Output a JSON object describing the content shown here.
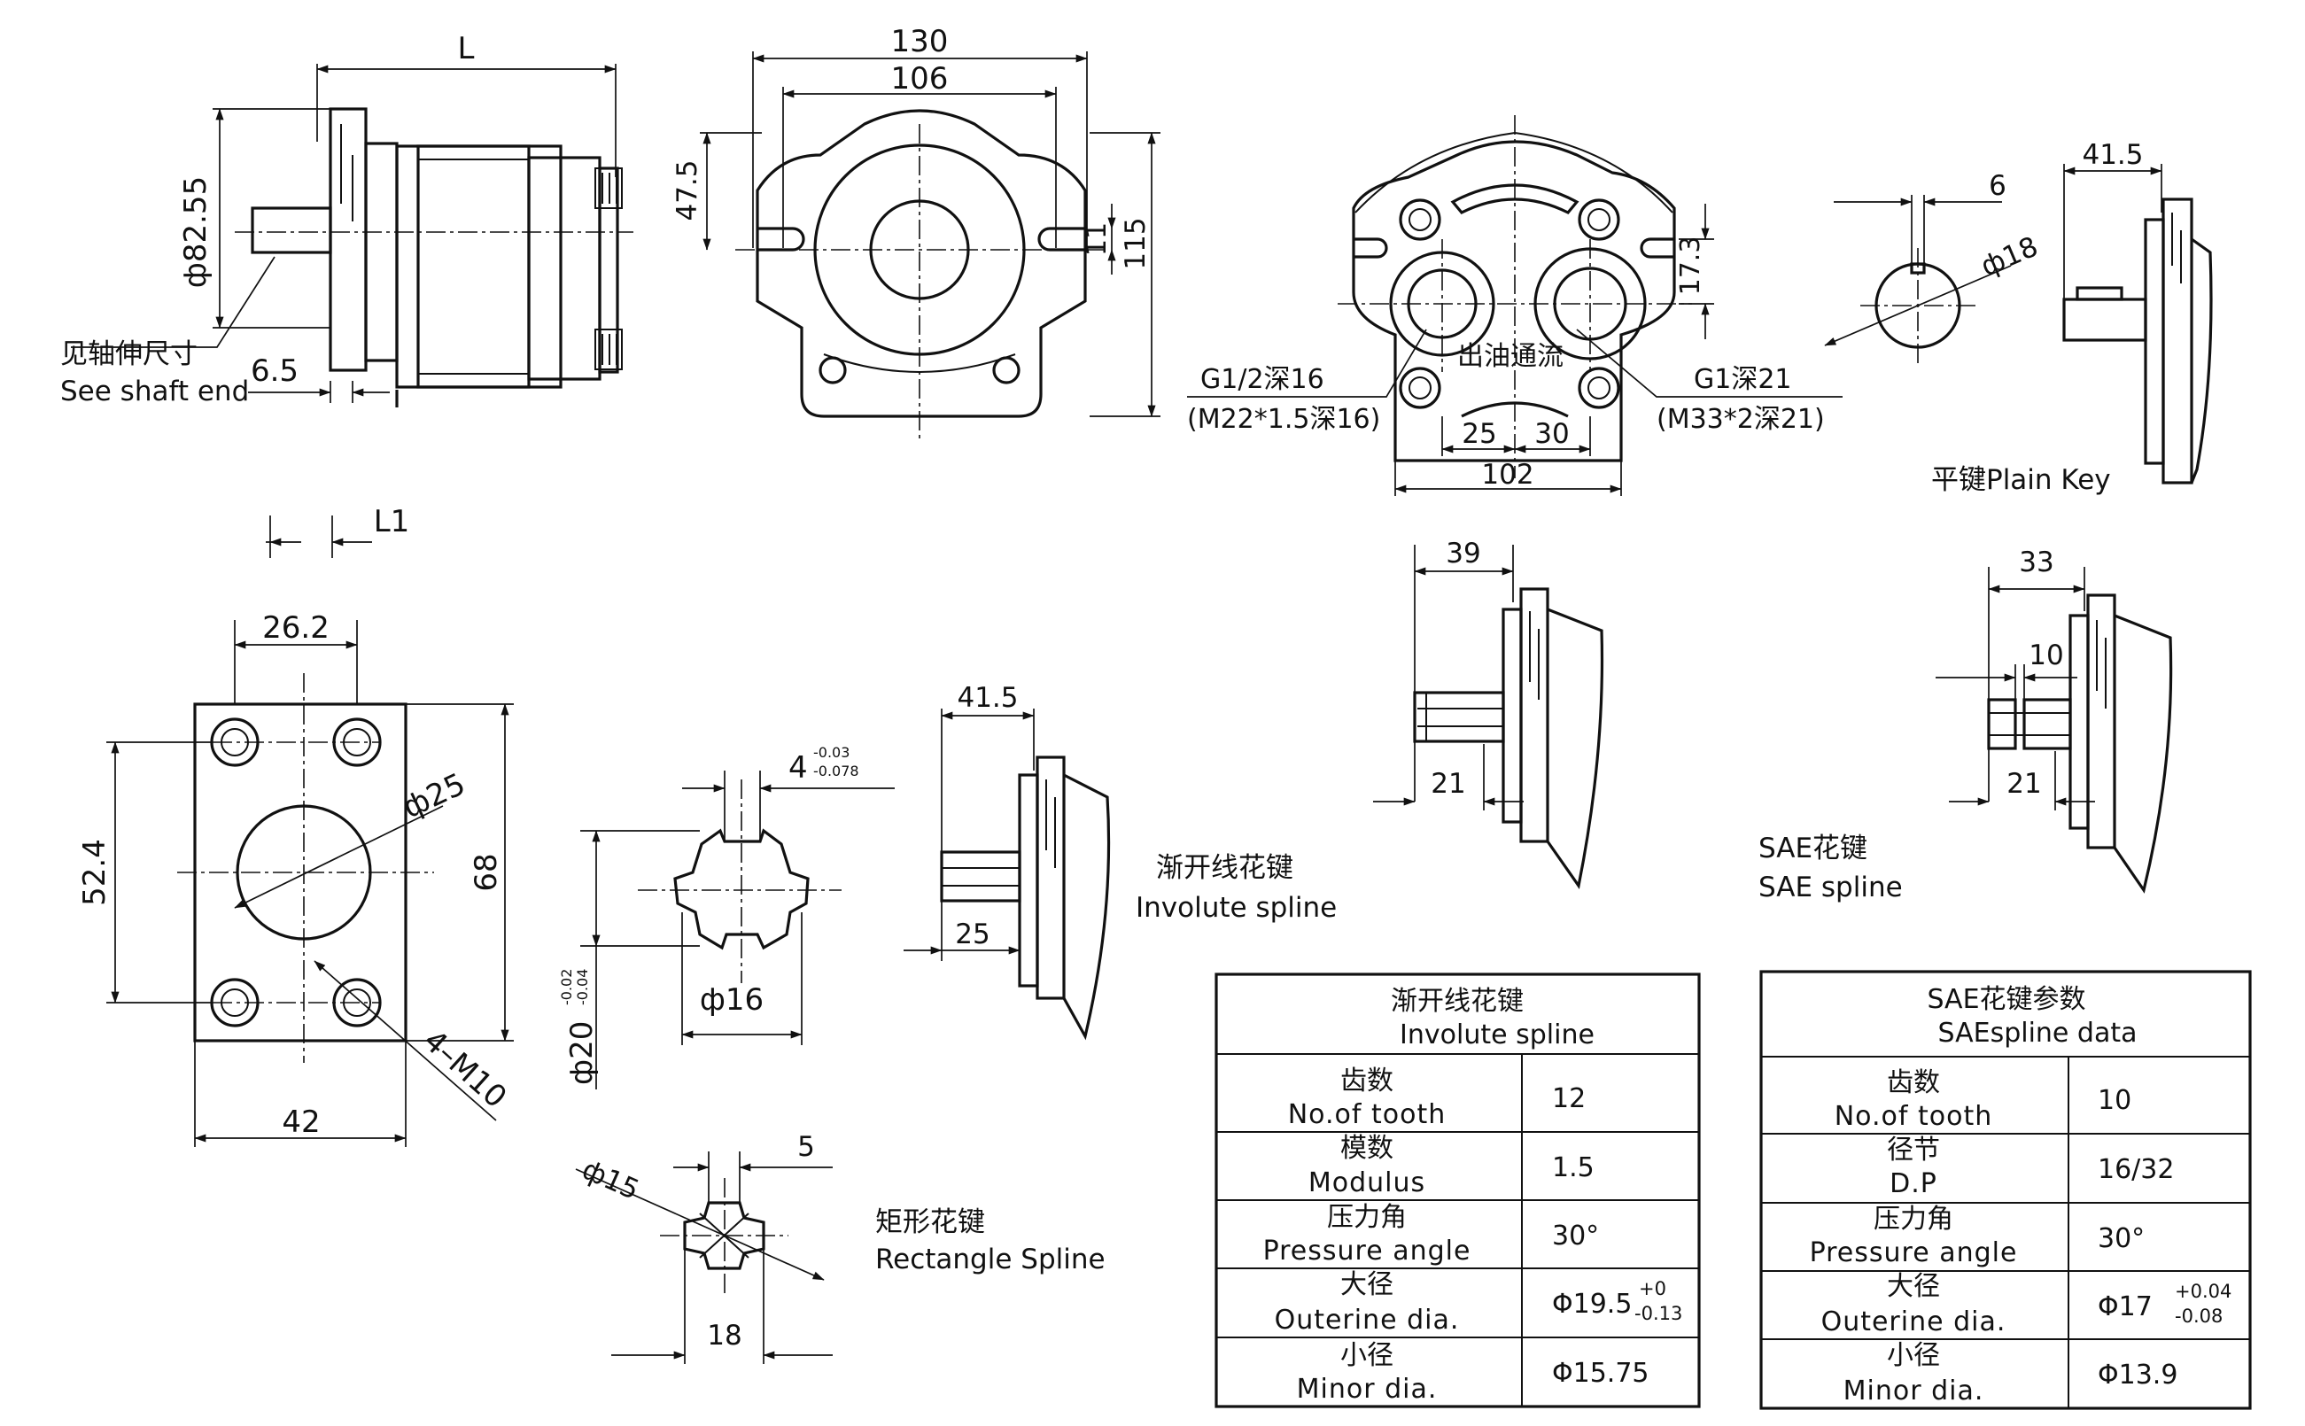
{
  "dims": {
    "L": "L",
    "L1": "L1",
    "d_82_55": "ф82.55",
    "d_6_5": "6.5",
    "d_130": "130",
    "d_106": "106",
    "d_47_5": "47.5",
    "d_11": "11",
    "d_115": "115",
    "d_17_3": "17.3",
    "d_25": "25",
    "d_30": "30",
    "d_102": "102",
    "d_26_2": "26.2",
    "d_phi25": "ф25",
    "d_52_4": "52.4",
    "d_68": "68",
    "d_42": "42",
    "d_4_M10": "4–M10",
    "key_width": "4",
    "key_tol_up": "-0.03",
    "key_tol_lo": "-0.078",
    "d_phi20": "ф20",
    "phi20_tol_up": "-0.02",
    "phi20_tol_lo": "-0.04",
    "d_phi16": "ф16",
    "d_41_5_a": "41.5",
    "d_25_key": "25",
    "d_phi15": "ф15",
    "d_5": "5",
    "d_18": "18",
    "d_6": "6",
    "d_phi18": "ф18",
    "d_41_5_b": "41.5",
    "d_39": "39",
    "d_21_a": "21",
    "d_33": "33",
    "d_10": "10",
    "d_21_b": "21"
  },
  "labels": {
    "see_shaft_cn": "见轴伸尺寸",
    "see_shaft_en": "See shaft end",
    "port_in_1": "G1/2深16",
    "port_in_2": "(M22*1.5深16)",
    "port_out_1": "G1深21",
    "port_out_2": "(M33*2深21)",
    "outlet_cn": "出油通流",
    "plain_key": "平键Plain Key",
    "involute_cn": "渐开线花键",
    "involute_en": "Involute spline",
    "sae_cn": "SAE花键",
    "sae_en": "SAE spline",
    "rect_cn": "矩形花键",
    "rect_en": "Rectangle Spline"
  },
  "involute_table": {
    "title_cn": "渐开线花键",
    "title_en": "Involute spline",
    "rows": [
      {
        "cn": "齿数",
        "en": "No.of tooth",
        "value": "12"
      },
      {
        "cn": "模数",
        "en": "Modulus",
        "value": "1.5"
      },
      {
        "cn": "压力角",
        "en": "Pressure angle",
        "value": "30°"
      },
      {
        "cn": "大径",
        "en": "Outerine dia.",
        "value": "Φ19.5",
        "tol_up": "+0",
        "tol_lo": "-0.13"
      },
      {
        "cn": "小径",
        "en": "Minor dia.",
        "value": "Φ15.75"
      }
    ]
  },
  "sae_table": {
    "title_cn": "SAE花键参数",
    "title_en": "SAEspline data",
    "rows": [
      {
        "cn": "齿数",
        "en": "No.of tooth",
        "value": "10"
      },
      {
        "cn": "径节",
        "en": "D.P",
        "value": "16/32"
      },
      {
        "cn": "压力角",
        "en": "Pressure angle",
        "value": "30°"
      },
      {
        "cn": "大径",
        "en": "Outerine dia.",
        "value": "Φ17",
        "tol_up": "+0.04",
        "tol_lo": "-0.08"
      },
      {
        "cn": "小径",
        "en": "Minor dia.",
        "value": "Φ13.9"
      }
    ]
  }
}
